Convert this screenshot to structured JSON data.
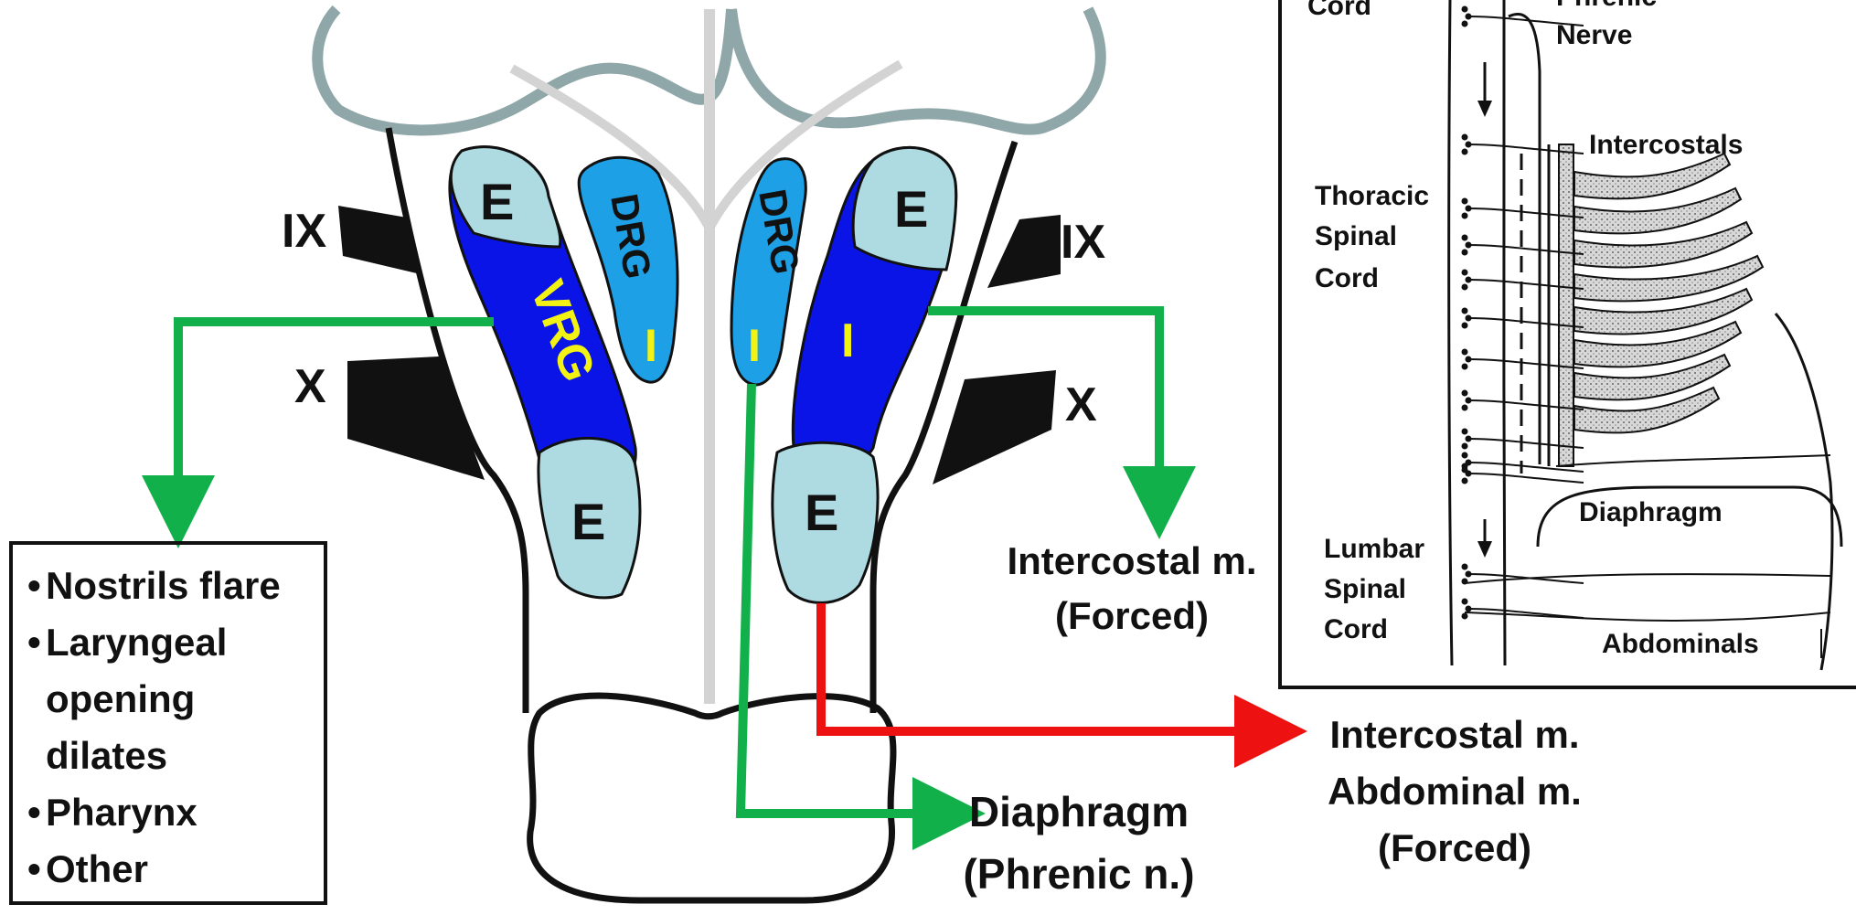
{
  "brainstem": {
    "left_nerves": [
      "IX",
      "X"
    ],
    "right_nerves": [
      "IX",
      "X"
    ],
    "left_vrg": {
      "name": "VRG",
      "expiratory_top": "E",
      "expiratory_bottom": "E"
    },
    "left_drg": {
      "name": "DRG",
      "inspiratory": "I"
    },
    "right_drg": {
      "name": "DRG",
      "inspiratory": "I"
    },
    "right_vrg": {
      "expiratory_top": "E",
      "inspiratory": "I",
      "expiratory_bottom": "E"
    }
  },
  "effects": {
    "items": [
      "Nostrils flare",
      "Laryngeal\nopening\ndilates",
      "Pharynx",
      "Other"
    ]
  },
  "targets": {
    "intercostal_forced": {
      "line1": "Intercostal m.",
      "line2": "(Forced)"
    },
    "diaphragm": {
      "line1": "Diaphragm",
      "line2": "(Phrenic n.)"
    },
    "expiratory": {
      "line1": "Intercostal m.",
      "line2": "Abdominal m.",
      "line3": "(Forced)"
    }
  },
  "inset": {
    "cord_top_label": "Cord",
    "phrenic_line1": "Phrenic",
    "phrenic_line2": "Nerve",
    "intercostals": "Intercostals",
    "thoracic_line1": "Thoracic",
    "thoracic_line2": "Spinal",
    "thoracic_line3": "Cord",
    "diaphragm": "Diaphragm",
    "lumbar_line1": "Lumbar",
    "lumbar_line2": "Spinal",
    "lumbar_line3": "Cord",
    "abdominals": "Abdominals"
  },
  "colors": {
    "vrg_blue": "#0a14e6",
    "drg_blue": "#1ea0e6",
    "expiratory_zone": "#aedbe2",
    "label_yellow": "#f2f214",
    "arrow_green": "#12b04a",
    "arrow_red": "#ee1111",
    "outline_gray": "#8fa7a8"
  }
}
